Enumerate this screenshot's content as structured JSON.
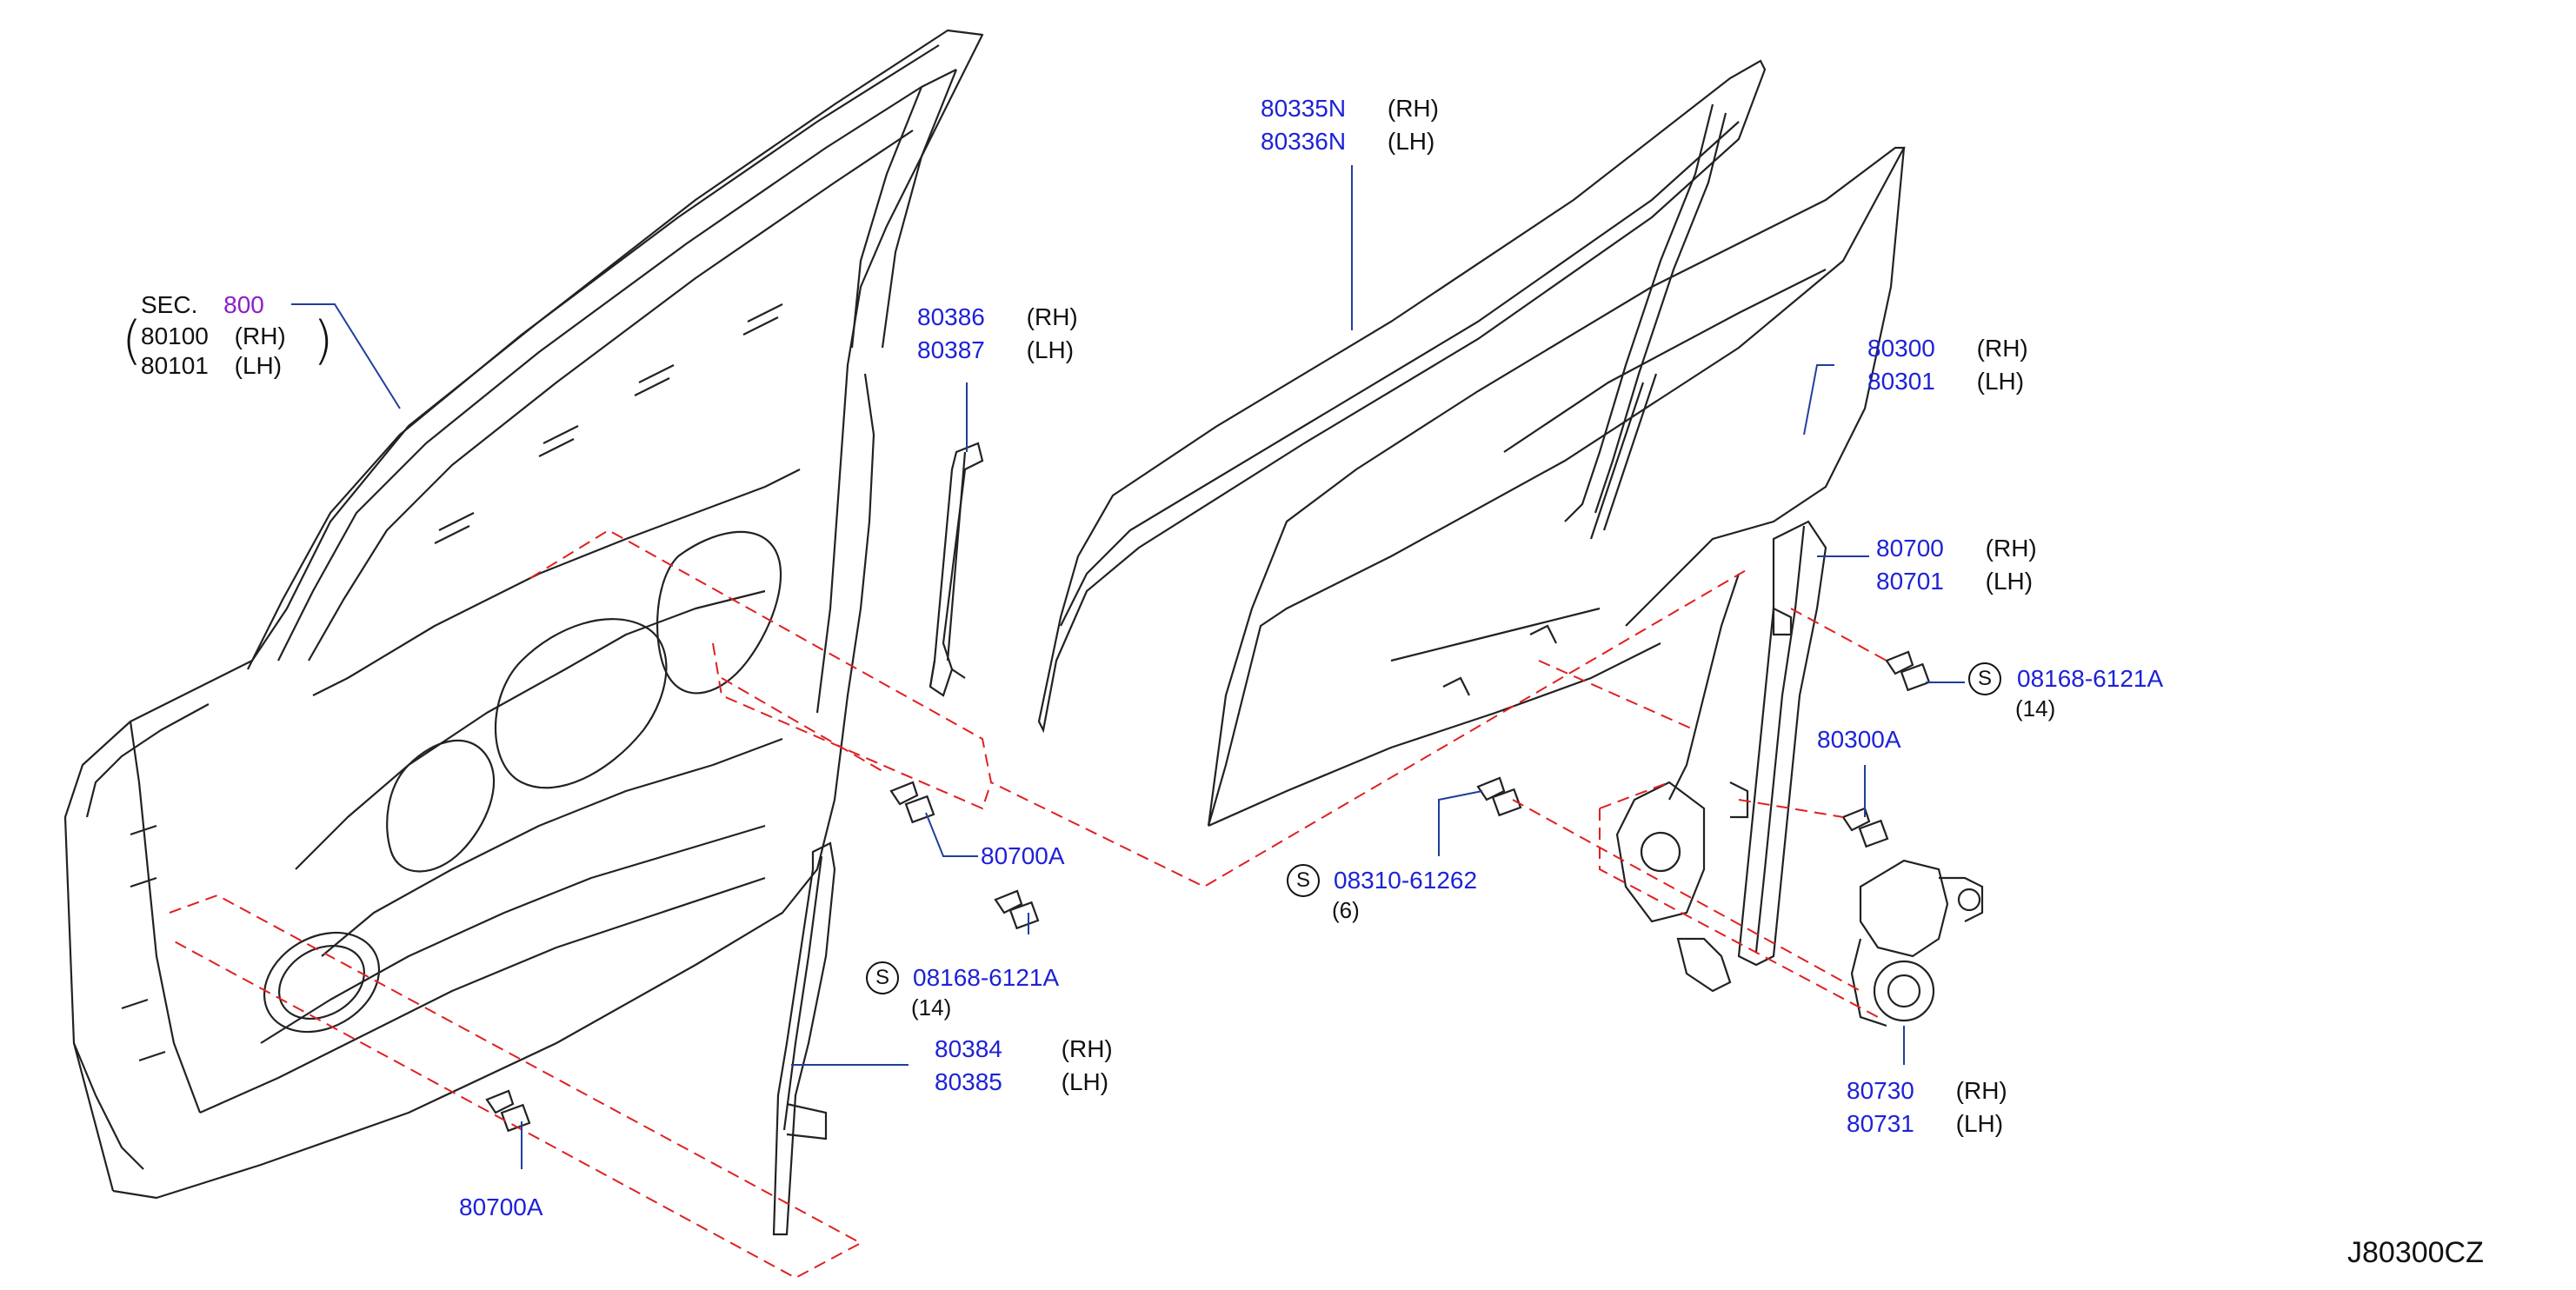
{
  "figure_code": "J80300CZ",
  "colors": {
    "part_number": "#1e22d6",
    "section_ref": "#8a1ec9",
    "leader": "#1f3f9b",
    "reference_line": "#e02020",
    "outline": "#222222"
  },
  "callouts": {
    "door_panel": {
      "sec_label": "SEC.",
      "sec_number": "800",
      "rh_part": "80100",
      "rh_side": "(RH)",
      "lh_part": "80101",
      "lh_side": "(LH)"
    },
    "sash_front": {
      "rh_part": "80386",
      "rh_side": "(RH)",
      "lh_part": "80387",
      "lh_side": "(LH)"
    },
    "glass_run": {
      "rh_part": "80335N",
      "rh_side": "(RH)",
      "lh_part": "80336N",
      "lh_side": "(LH)"
    },
    "door_glass": {
      "rh_part": "80300",
      "rh_side": "(RH)",
      "lh_part": "80301",
      "lh_side": "(LH)"
    },
    "regulator": {
      "rh_part": "80700",
      "rh_side": "(RH)",
      "lh_part": "80701",
      "lh_side": "(LH)"
    },
    "bolt_regulator": {
      "s_mark": "S",
      "part": "08168-6121A",
      "qty": "(14)"
    },
    "bolt_glass": {
      "part": "80300A"
    },
    "bolt_center": {
      "part": "80700A"
    },
    "screw_center": {
      "s_mark": "S",
      "part": "08168-6121A",
      "qty": "(14)"
    },
    "screw_glass": {
      "s_mark": "S",
      "part": "08310-61262",
      "qty": "(6)"
    },
    "sash_rear": {
      "rh_part": "80384",
      "rh_side": "(RH)",
      "lh_part": "80385",
      "lh_side": "(LH)"
    },
    "motor": {
      "rh_part": "80730",
      "rh_side": "(RH)",
      "lh_part": "80731",
      "lh_side": "(LH)"
    },
    "bolt_lower": {
      "part": "80700A"
    }
  }
}
